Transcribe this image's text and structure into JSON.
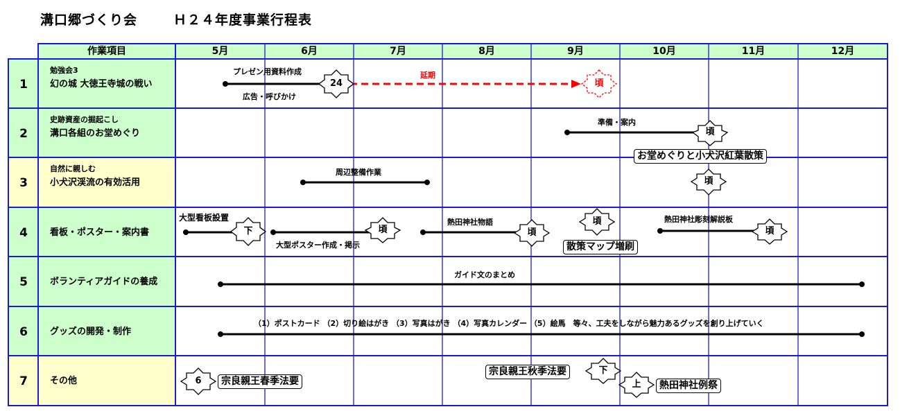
{
  "title": {
    "org": "溝口郷づくり会",
    "name": "Ｈ２４年度事業行程表"
  },
  "header": {
    "task_col": "作業項目",
    "months": [
      "5月",
      "6月",
      "7月",
      "8月",
      "9月",
      "10月",
      "11月",
      "12月"
    ]
  },
  "rows": [
    {
      "num": "1",
      "line1": "勉強会3",
      "line2": "幻の城 大徳王寺城の戦い"
    },
    {
      "num": "2",
      "line1": "史跡資産の掘起こし",
      "line2": "溝口各組のお堂めぐり"
    },
    {
      "num": "3",
      "line1": "自然に親しむ",
      "line2": "小犬沢渓流の有効活用"
    },
    {
      "num": "4",
      "line1": "看板・ポスター・案内書",
      "line2": ""
    },
    {
      "num": "5",
      "line1": "ボランティアガイドの養成",
      "line2": ""
    },
    {
      "num": "6",
      "line1": "グッズの開発・制作",
      "line2": ""
    },
    {
      "num": "7",
      "line1": "その他",
      "line2": ""
    }
  ],
  "labels": {
    "presen": "プレゼン用資料作成",
    "koukoku": "広告・呼びかけ",
    "enki": "延期",
    "junbi": "準備・案内",
    "shuhen": "周辺整備作業",
    "oogata_kanban": "大型看板設置",
    "oogata_poster": "大型ポスター作成・掲示",
    "atsuta_monogatari": "熱田神社物語",
    "atsuta_choukoku": "熱田神社彫刻解説板",
    "guide": "ガイド文のまとめ",
    "goods": "（1）ポストカード （2）切り絵はがき （3）写真はがき （4）写真カレンダー （5）絵馬　等々、工夫をしながら魅力あるグッズを創り上げていく"
  },
  "boxes": {
    "odou": "お堂めぐりと小犬沢紅葉散策",
    "sansaku": "散策マップ増刷",
    "shunki": "宗良親王春季法要",
    "shuki": "宗良親王秋季法要",
    "reisai": "熱田神社例祭"
  },
  "badges": {
    "b24": "24",
    "koro": "頃",
    "shimo": "下",
    "roku": "6",
    "kami": "上"
  },
  "colors": {
    "grid_line": "#1a1ad6",
    "task_fill_green": "#ccffcc",
    "task_fill_yellow": "#ffffcc",
    "header_fill": "#ccffcc",
    "delay_red": "#ff0000"
  }
}
